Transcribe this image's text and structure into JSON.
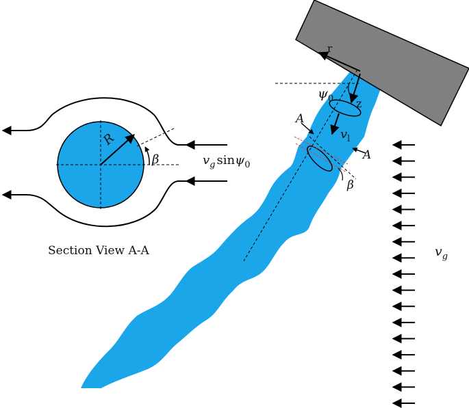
{
  "section": {
    "caption": "Section View A-A",
    "radius_label": "R",
    "angle_label": "β",
    "velocity_label": {
      "base": "v",
      "base_sub": "g",
      "func": "sin",
      "psi": "ψ",
      "psi_sub": "0"
    }
  },
  "jet": {
    "psi_label": {
      "base": "ψ",
      "sub": "0"
    },
    "r_label": "r",
    "z_label": "z",
    "vl_label": {
      "base": "v",
      "sub": "l"
    },
    "section_mark_left": "A",
    "section_mark_right": "A",
    "beta_label": "β"
  },
  "crossflow": {
    "label": {
      "base": "v",
      "sub": "g"
    },
    "arrow_count": 17,
    "arrow_direction": "left"
  },
  "colors": {
    "liquid": "#1ca6ea",
    "nozzle_fill": "#808080",
    "stroke": "#000000",
    "guide_red": "#e23b3b"
  }
}
